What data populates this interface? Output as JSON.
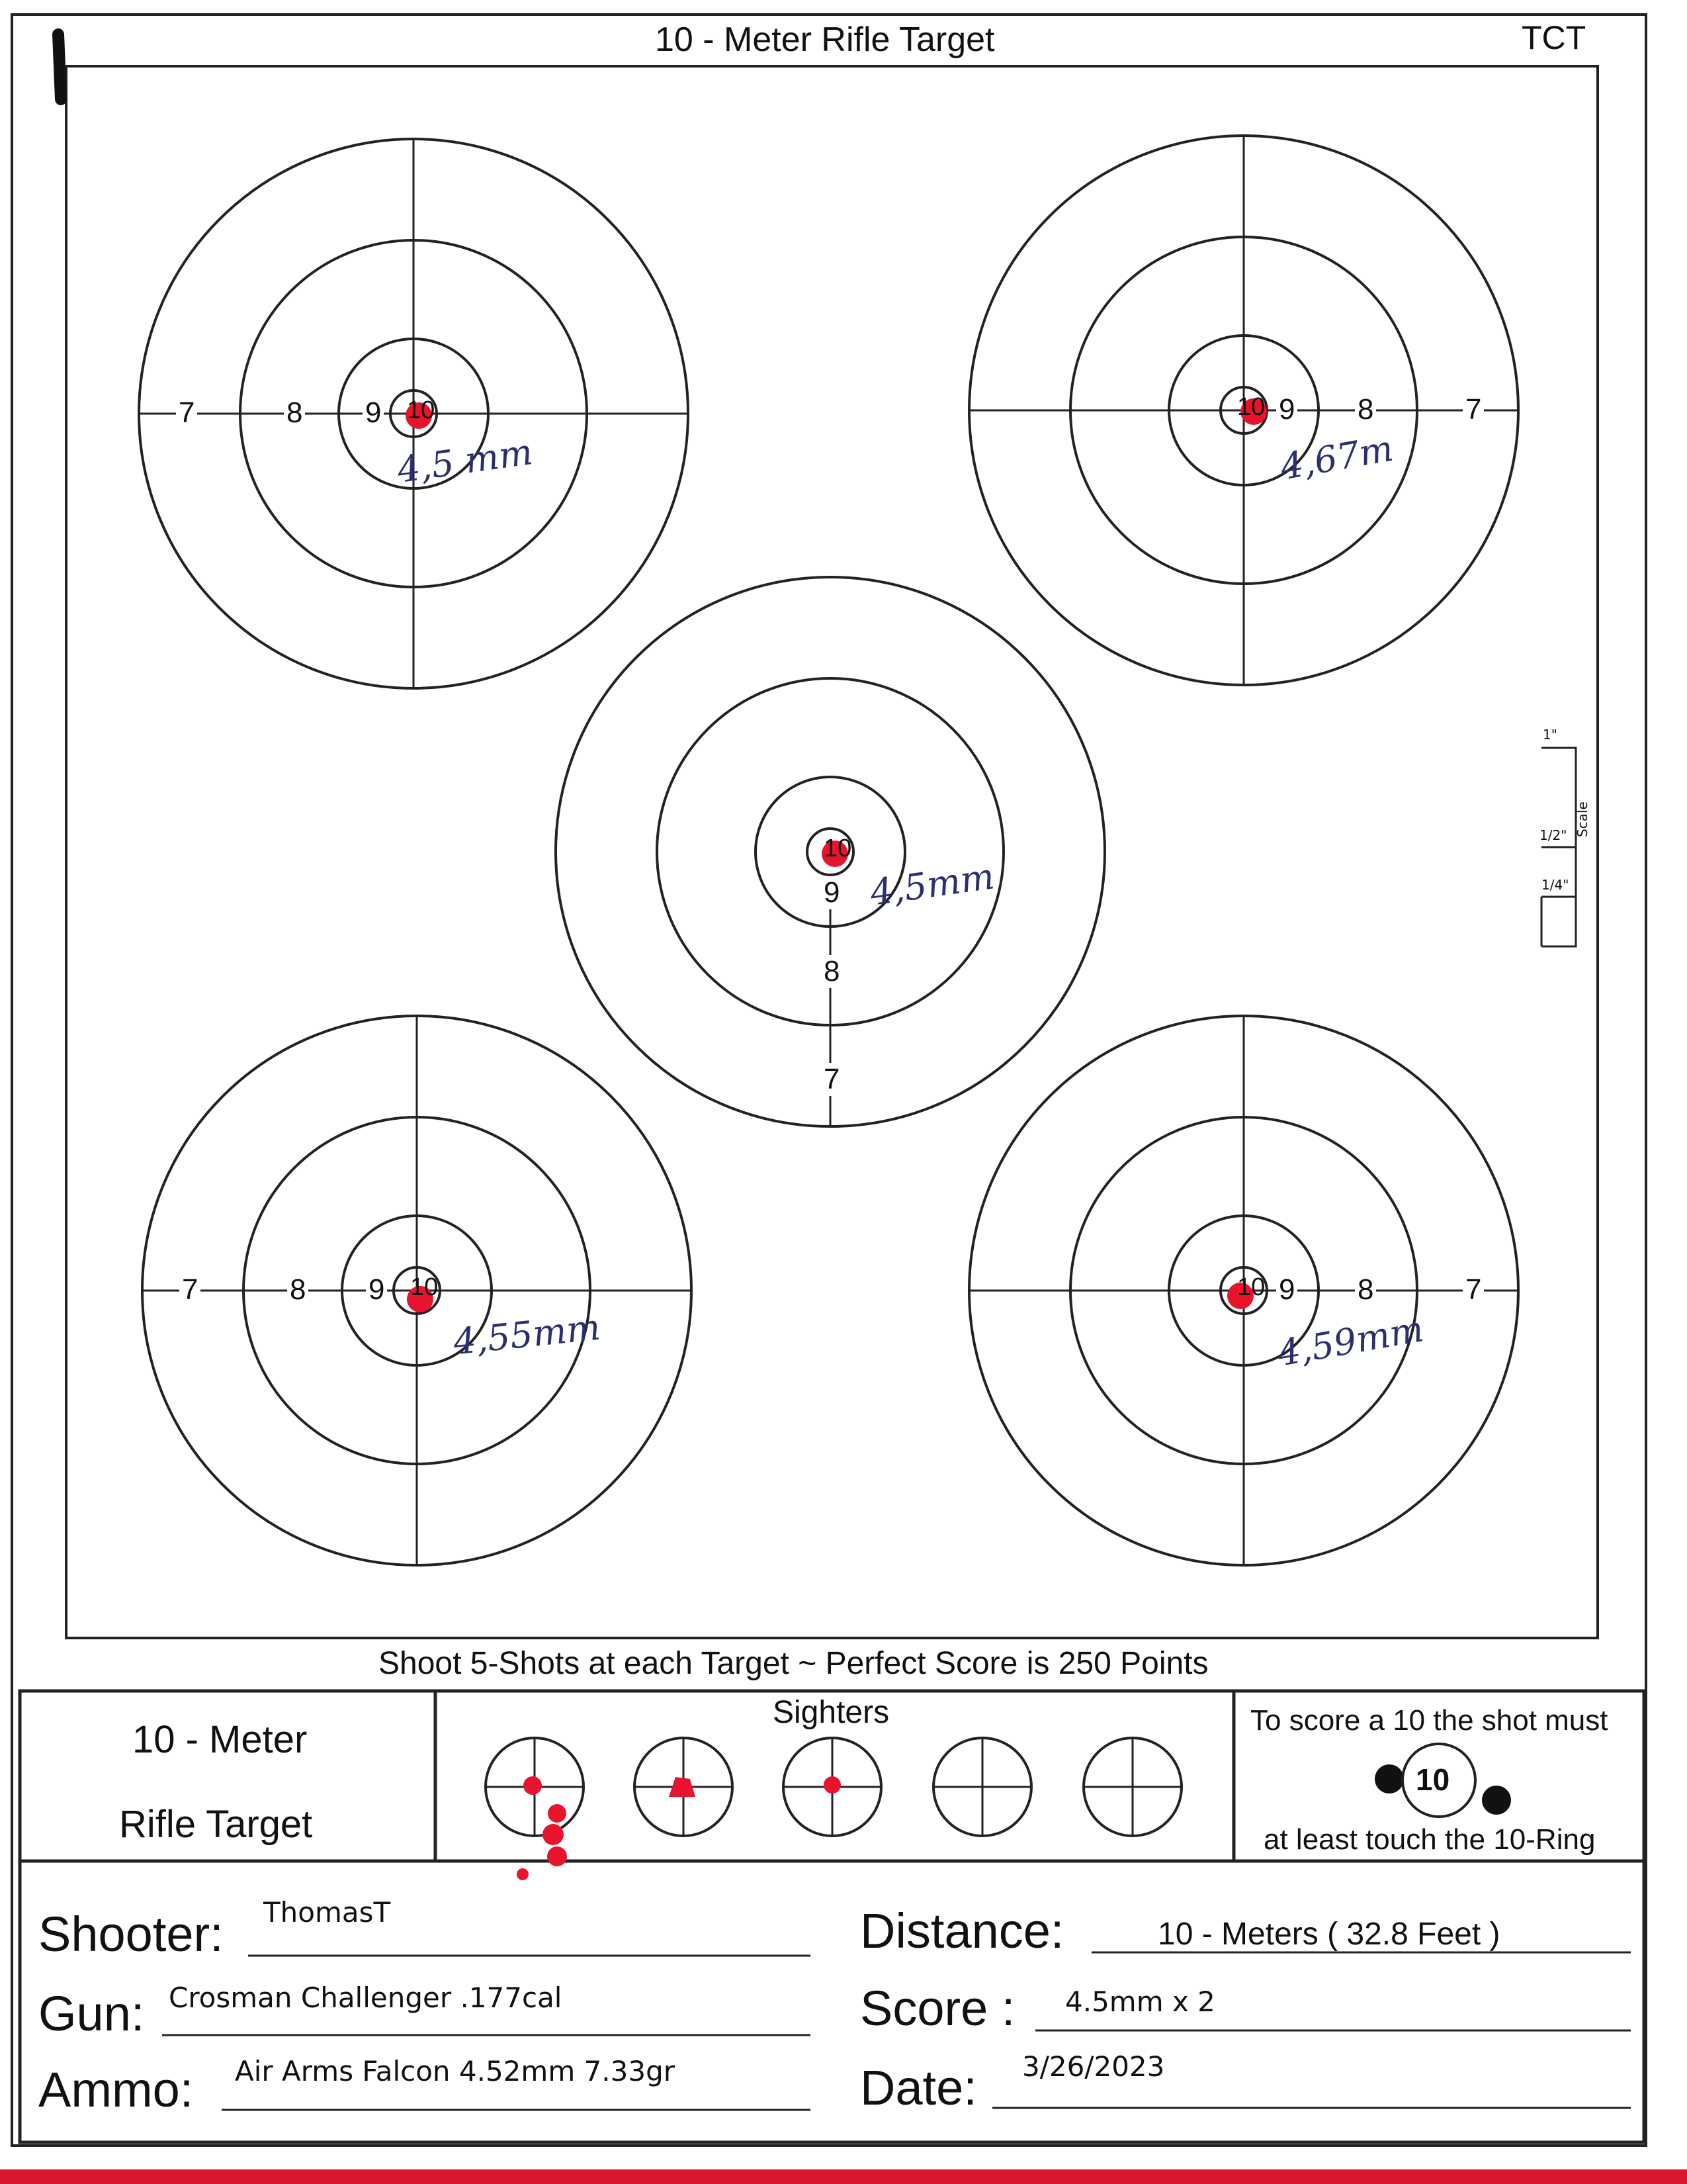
{
  "header": {
    "title": "10 - Meter Rifle Target",
    "code": "TCT"
  },
  "targets": [
    {
      "id": "top-left",
      "ring_labels": [
        "7",
        "8",
        "9",
        "10"
      ],
      "annotation": "4,5 mm"
    },
    {
      "id": "top-right",
      "ring_labels": [
        "7",
        "8",
        "9",
        "10"
      ],
      "annotation": "4,67m"
    },
    {
      "id": "center",
      "ring_labels": [
        "7",
        "8",
        "9",
        "10"
      ],
      "annotation": "4,5mm"
    },
    {
      "id": "bottom-left",
      "ring_labels": [
        "7",
        "8",
        "9",
        "10"
      ],
      "annotation": "4,55mm"
    },
    {
      "id": "bottom-right",
      "ring_labels": [
        "7",
        "8",
        "9",
        "10"
      ],
      "annotation": "4,59mm"
    }
  ],
  "scale": {
    "label": "Scale",
    "marks": [
      "1\"",
      "1/2\"",
      "1/4\""
    ]
  },
  "instructions": "Shoot 5-Shots at each Target ~ Perfect Score is 250 Points",
  "footer": {
    "brand_line1": "10 - Meter",
    "brand_line2": "Rifle Target",
    "sighters_label": "Sighters",
    "sighter_count": 5,
    "rule_line1": "To score a 10 the shot must",
    "rule_badge": "10",
    "rule_line2": "at least touch the 10-Ring"
  },
  "fields": {
    "shooter_label": "Shooter:",
    "shooter_value": "ThomasT",
    "gun_label": "Gun:",
    "gun_value": "Crosman Challenger .177cal",
    "ammo_label": "Ammo:",
    "ammo_value": "Air Arms Falcon 4.52mm 7.33gr",
    "distance_label": "Distance:",
    "distance_value": "10 - Meters ( 32.8 Feet )",
    "score_label": "Score :",
    "score_value": "4.5mm x 2",
    "date_label": "Date:",
    "date_value": "3/26/2023"
  },
  "colors": {
    "ink": "#1a1a1a",
    "hole": "#e8132c",
    "handwriting": "#2b2f6e",
    "bottom_strip": "#d8182f"
  }
}
